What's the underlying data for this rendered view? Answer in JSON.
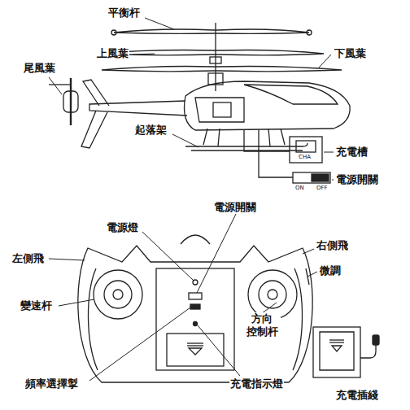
{
  "diagram": {
    "labels": [
      "平衡杆",
      "上風葉",
      "下風葉",
      "尾風葉",
      "起落架",
      "CHA",
      "充電槽",
      "ON",
      "OFF",
      "電源開關",
      "電源燈",
      "電源開關",
      "左側飛",
      "右側飛",
      "微調",
      "變速杆",
      "方向 控制杆",
      "頻率選擇掣",
      "充電指示燈",
      "充電插綫"
    ]
  }
}
